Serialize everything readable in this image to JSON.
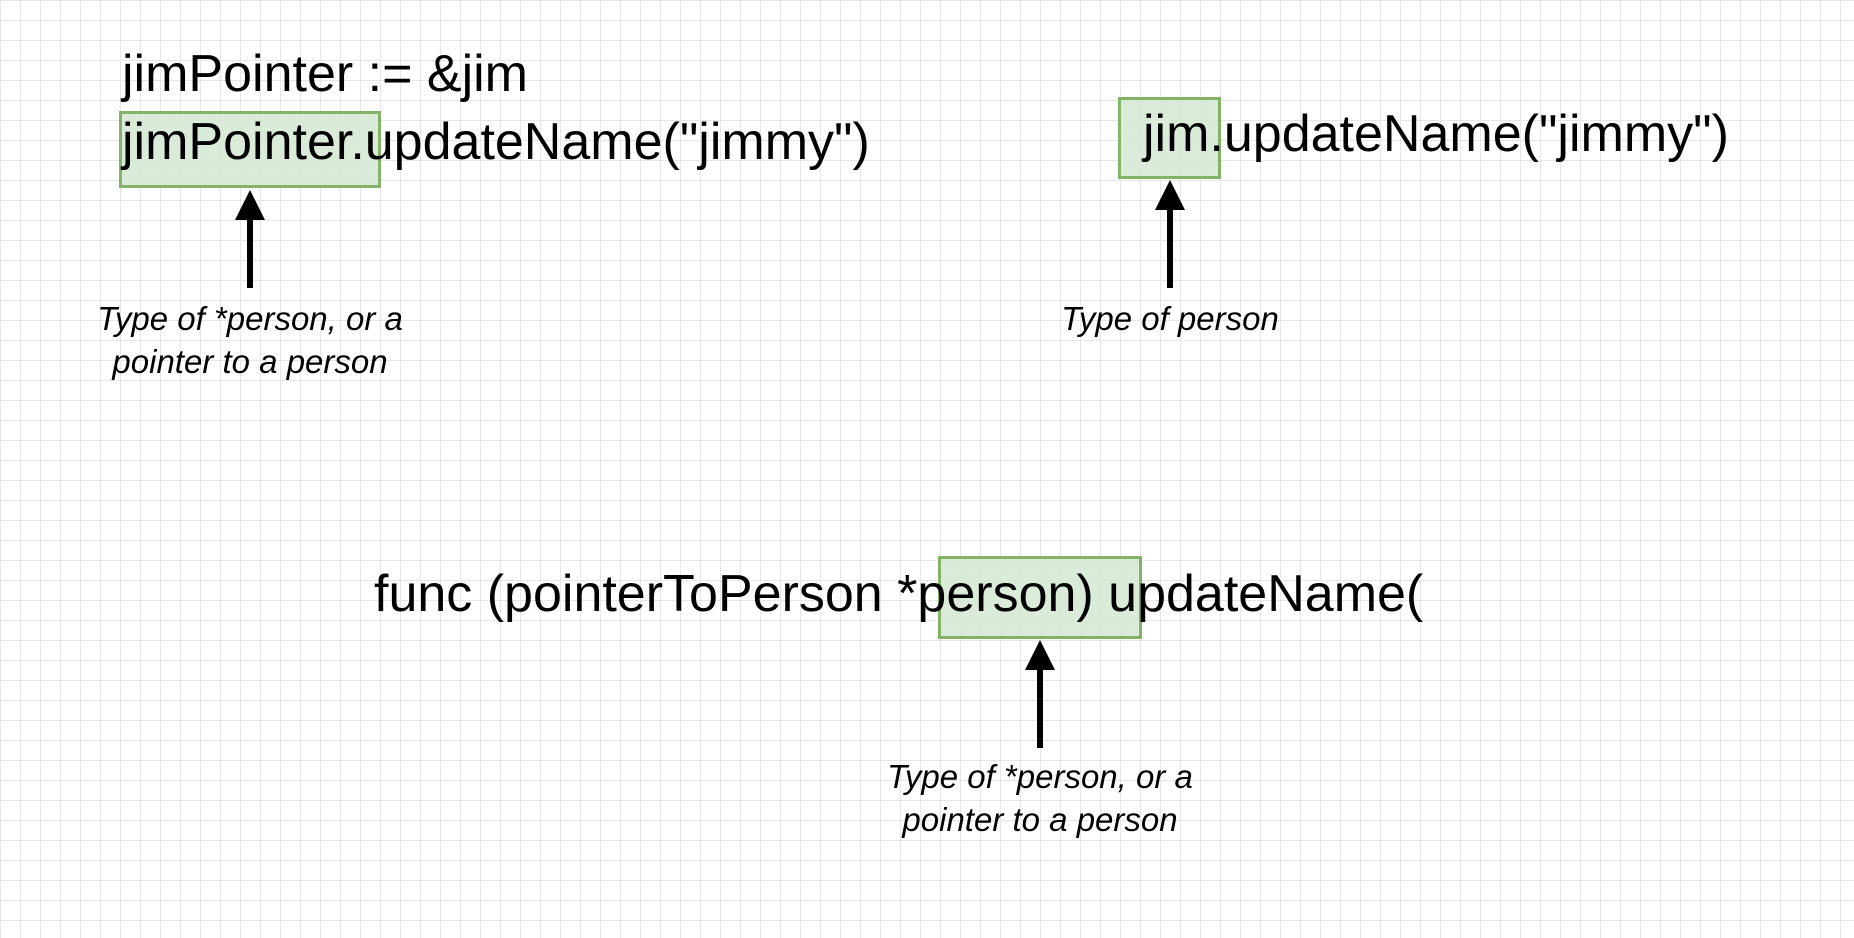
{
  "diagram": {
    "left_block": {
      "line1": "jimPointer := &jim",
      "line2": "jimPointer.updateName(\"jimmy\")",
      "highlight": "jimPointer",
      "annotation": "Type of *person, or a pointer to a person"
    },
    "right_block": {
      "line": "jim.updateName(\"jimmy\")",
      "highlight": "jim",
      "annotation": "Type of person"
    },
    "bottom_block": {
      "line": "func (pointerToPerson *person) updateName(",
      "highlight": "*person",
      "annotation": "Type of *person, or a pointer to a person"
    },
    "colors": {
      "highlight_fill": "#d5e8d4",
      "highlight_stroke": "#82b366",
      "grid": "#e6e6e6",
      "arrow": "#000000"
    }
  }
}
